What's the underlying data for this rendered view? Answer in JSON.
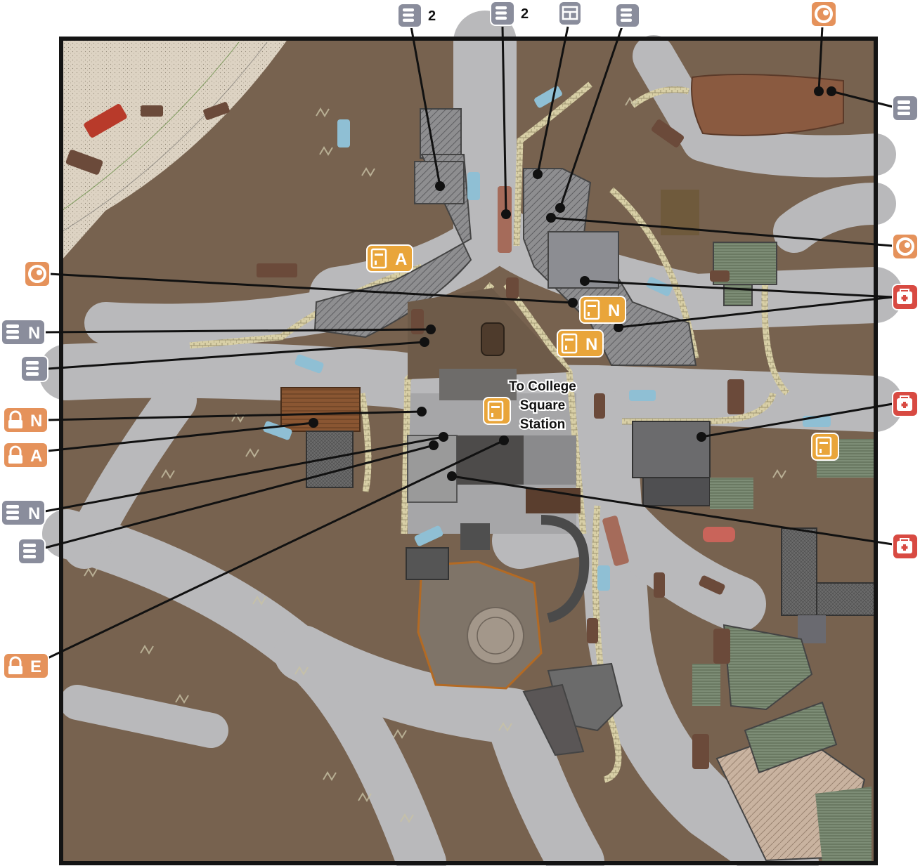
{
  "map": {
    "station_label_lines": [
      "To College",
      "Square",
      "Station"
    ],
    "colors": {
      "ground": "#77624f",
      "road": "#b9b9bb",
      "frame": "#141414",
      "storage": "#8a8d9c",
      "loot": "#e9a53a",
      "medical": "#d84a42",
      "locked": "#e5925b",
      "line": "#111111"
    }
  },
  "markers": [
    {
      "id": "storage-top-1",
      "kind": "storage",
      "text": "2"
    },
    {
      "id": "storage-top-2",
      "kind": "storage",
      "text": "2"
    },
    {
      "id": "terminal-top",
      "kind": "terminal",
      "text": ""
    },
    {
      "id": "storage-top-3",
      "kind": "storage",
      "text": ""
    },
    {
      "id": "workbench-top",
      "kind": "workbench",
      "text": ""
    },
    {
      "id": "storage-right-1",
      "kind": "storage",
      "text": ""
    },
    {
      "id": "workbench-right",
      "kind": "workbench",
      "text": ""
    },
    {
      "id": "medical-right-1",
      "kind": "medical",
      "text": ""
    },
    {
      "id": "medical-right-2",
      "kind": "medical",
      "text": ""
    },
    {
      "id": "medical-right-3",
      "kind": "medical",
      "text": ""
    },
    {
      "id": "workbench-left",
      "kind": "workbench",
      "text": ""
    },
    {
      "id": "storage-left-n1",
      "kind": "storage",
      "text": "N"
    },
    {
      "id": "storage-left-1",
      "kind": "storage",
      "text": ""
    },
    {
      "id": "locked-left-n",
      "kind": "locked",
      "text": "N"
    },
    {
      "id": "locked-left-a",
      "kind": "locked",
      "text": "A"
    },
    {
      "id": "storage-left-n2",
      "kind": "storage",
      "text": "N"
    },
    {
      "id": "storage-left-2",
      "kind": "storage",
      "text": ""
    },
    {
      "id": "locked-left-e",
      "kind": "locked",
      "text": "E"
    },
    {
      "id": "loot-a",
      "kind": "loot",
      "text": "A"
    },
    {
      "id": "loot-n1",
      "kind": "loot",
      "text": "N"
    },
    {
      "id": "loot-n2",
      "kind": "loot",
      "text": "N"
    },
    {
      "id": "loot-station",
      "kind": "loot",
      "text": ""
    },
    {
      "id": "loot-right",
      "kind": "loot",
      "text": ""
    }
  ]
}
